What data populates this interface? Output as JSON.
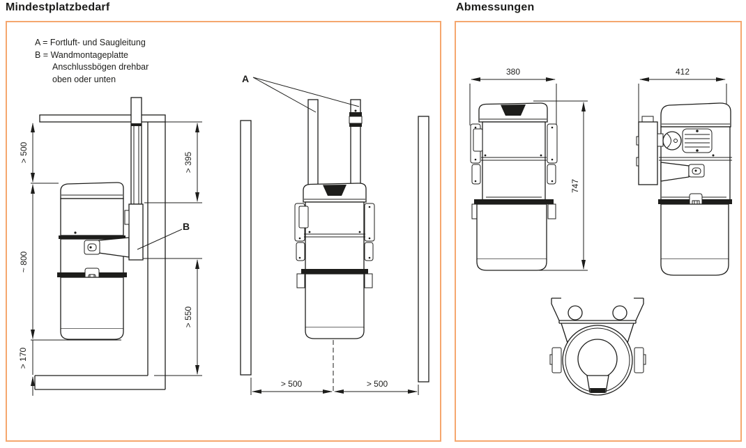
{
  "colors": {
    "frame_border": "#f5a76e",
    "line_color": "#1d1d1b"
  },
  "panels": {
    "left": {
      "title": "Mindestplatzbedarf",
      "legend": {
        "lines": [
          "A = Fortluft- und Saugleitung",
          "B = Wandmontageplatte",
          "Anschlussbögen drehbar",
          "oben oder unten"
        ]
      },
      "callouts": {
        "pipes": "A",
        "wall_plate": "B"
      },
      "dims": {
        "ceiling_to_unit": "> 500",
        "ceiling_to_plate": "> 395",
        "unit_zone_height": "~ 800",
        "plate_to_floor": "> 550",
        "unit_to_floor": "> 170",
        "side_left": "> 500",
        "side_right": "> 500"
      }
    },
    "right": {
      "title": "Abmessungen",
      "dims": {
        "front_width": "380",
        "total_height": "747",
        "side_depth": "412"
      }
    }
  }
}
